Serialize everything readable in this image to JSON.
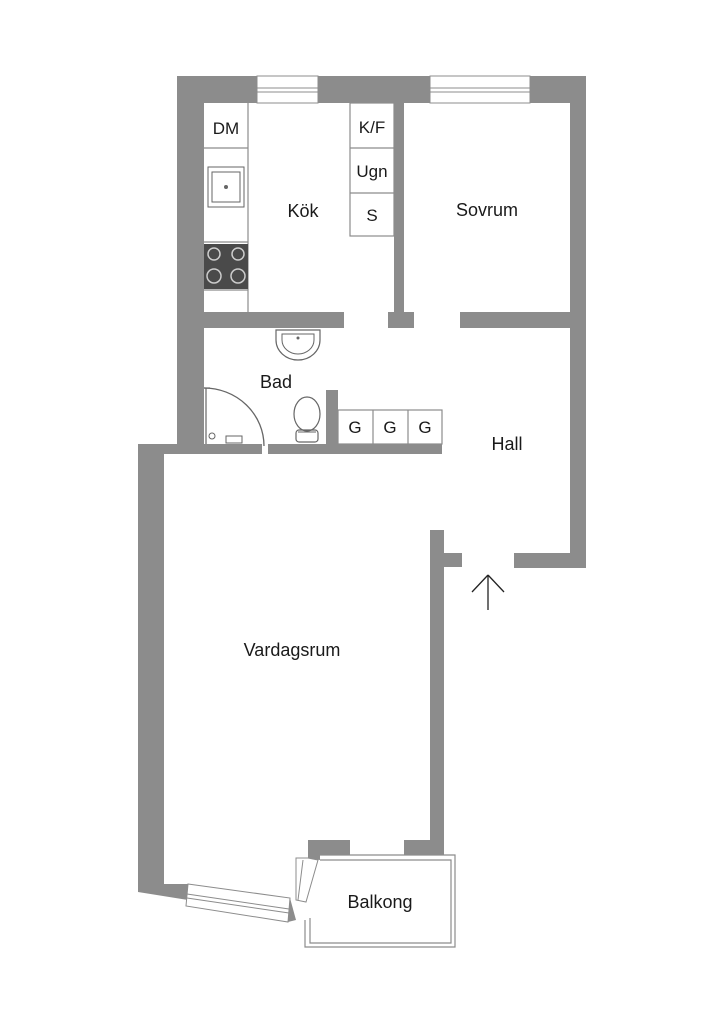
{
  "rooms": {
    "kitchen": "Kök",
    "bedroom": "Sovrum",
    "bathroom": "Bad",
    "hall": "Hall",
    "living_room": "Vardagsrum",
    "balcony": "Balkong"
  },
  "fixtures": {
    "dishwasher": "DM",
    "fridge_freezer": "K/F",
    "oven": "Ugn",
    "cabinet": "S",
    "wardrobes": [
      "G",
      "G",
      "G"
    ]
  },
  "colors": {
    "wall": "#8c8c8c",
    "stove": "#4a4a4a"
  }
}
